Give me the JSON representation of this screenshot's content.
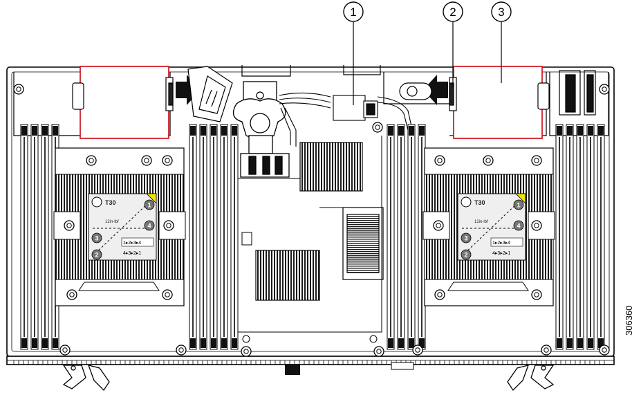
{
  "callouts": [
    {
      "id": "callout-1",
      "label": "1"
    },
    {
      "id": "callout-2",
      "label": "2"
    },
    {
      "id": "callout-3",
      "label": "3"
    }
  ],
  "figure_id": "306360",
  "heatsink_labels": {
    "torque_tool": "T30",
    "torque_value": "12in-lbf",
    "tighten_order": "1▸2▸3▸4",
    "loosen_order": "4▸3▸2▸1",
    "seq_1": "1",
    "seq_2": "2",
    "seq_3": "3",
    "seq_4": "4"
  },
  "colors": {
    "highlight": "#d0202a",
    "line": "#000000",
    "warning": "#f2e200",
    "heatsink_fill": "#efefef",
    "panel_fill": "#ffffff"
  }
}
